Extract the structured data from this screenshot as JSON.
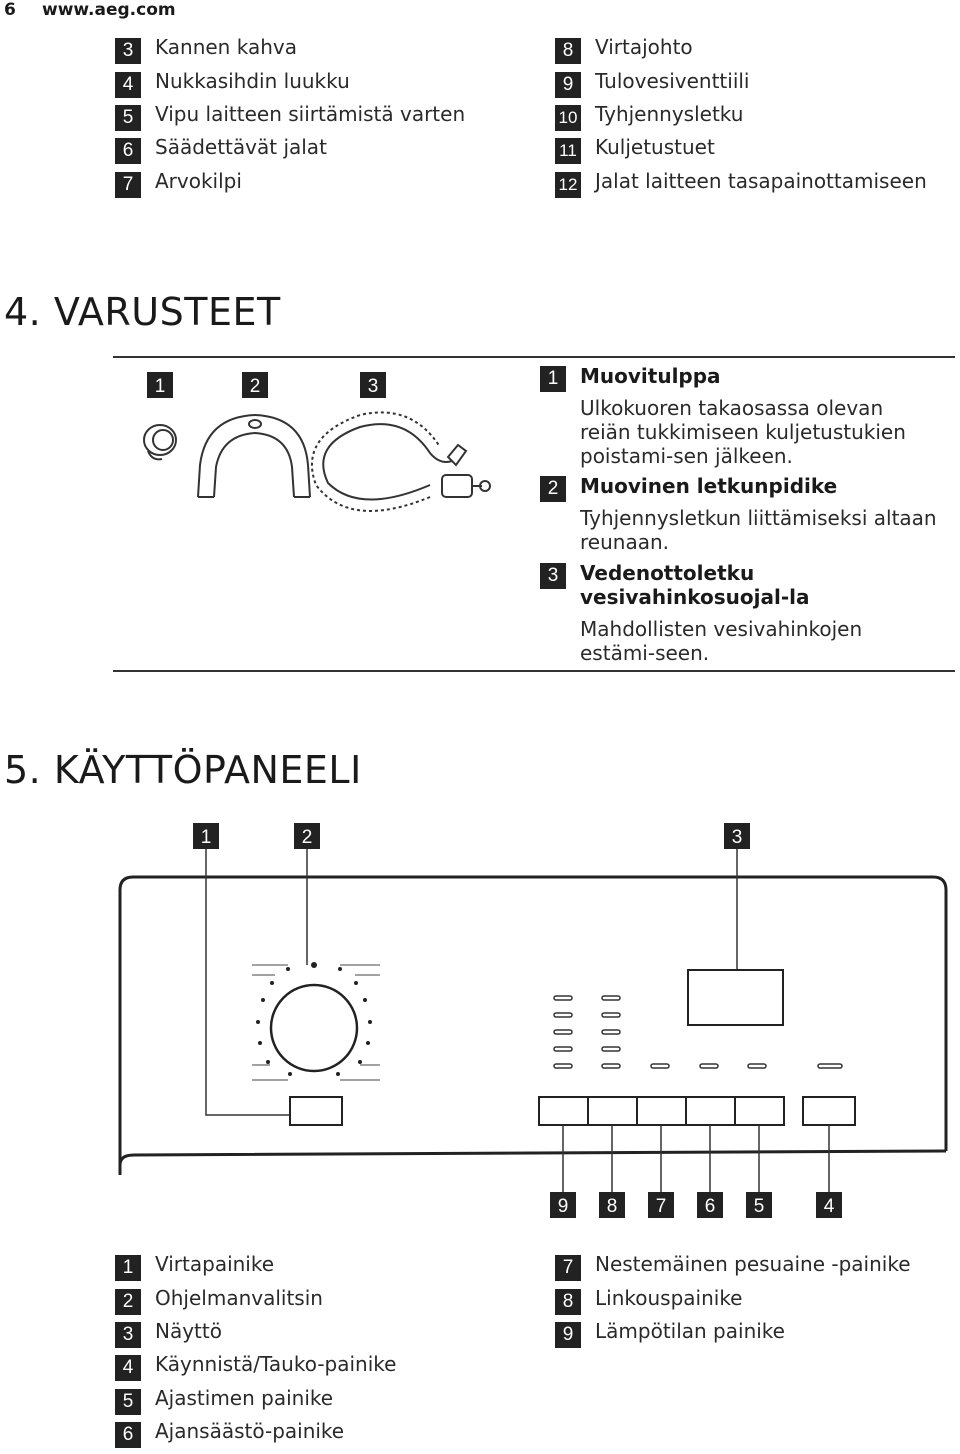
{
  "header": {
    "page_number": "6",
    "url": "www.aeg.com"
  },
  "parts_list": {
    "left": [
      {
        "num": "3",
        "label": "Kannen kahva"
      },
      {
        "num": "4",
        "label": "Nukkasihdin luukku"
      },
      {
        "num": "5",
        "label": "Vipu laitteen siirtämistä varten"
      },
      {
        "num": "6",
        "label": "Säädettävät jalat"
      },
      {
        "num": "7",
        "label": "Arvokilpi"
      }
    ],
    "right": [
      {
        "num": "8",
        "label": "Virtajohto"
      },
      {
        "num": "9",
        "label": "Tulovesiventtiili"
      },
      {
        "num": "10",
        "label": "Tyhjennysletku"
      },
      {
        "num": "11",
        "label": "Kuljetustuet"
      },
      {
        "num": "12",
        "label": "Jalat laitteen tasapainottamiseen"
      }
    ]
  },
  "accessories": {
    "title": "4. VARUSTEET",
    "figure_labels": [
      "1",
      "2",
      "3"
    ],
    "items": [
      {
        "num": "1",
        "title": "Muovitulppa",
        "desc": "Ulkokuoren takaosassa olevan reiän tukkimiseen kuljetustukien poistami-sen jälkeen."
      },
      {
        "num": "2",
        "title": "Muovinen letkunpidike",
        "desc": "Tyhjennysletkun liittämiseksi altaan reunaan."
      },
      {
        "num": "3",
        "title": "Vedenottoletku vesivahinkosuojal-la",
        "desc": "Mahdollisten vesivahinkojen estämi-seen."
      }
    ]
  },
  "control_panel": {
    "title": "5. KÄYTTÖPANEELI",
    "top_labels": [
      "1",
      "2",
      "3"
    ],
    "bottom_labels": [
      "9",
      "8",
      "7",
      "6",
      "5",
      "4"
    ],
    "legend_left": [
      {
        "num": "1",
        "label": "Virtapainike"
      },
      {
        "num": "2",
        "label": "Ohjelmanvalitsin"
      },
      {
        "num": "3",
        "label": "Näyttö"
      },
      {
        "num": "4",
        "label": "Käynnistä/Tauko-painike"
      },
      {
        "num": "5",
        "label": "Ajastimen painike"
      },
      {
        "num": "6",
        "label": "Ajansäästö-painike"
      }
    ],
    "legend_right": [
      {
        "num": "7",
        "label": "Nestemäinen pesuaine -painike"
      },
      {
        "num": "8",
        "label": "Linkouspainike"
      },
      {
        "num": "9",
        "label": "Lämpötilan painike"
      }
    ]
  }
}
